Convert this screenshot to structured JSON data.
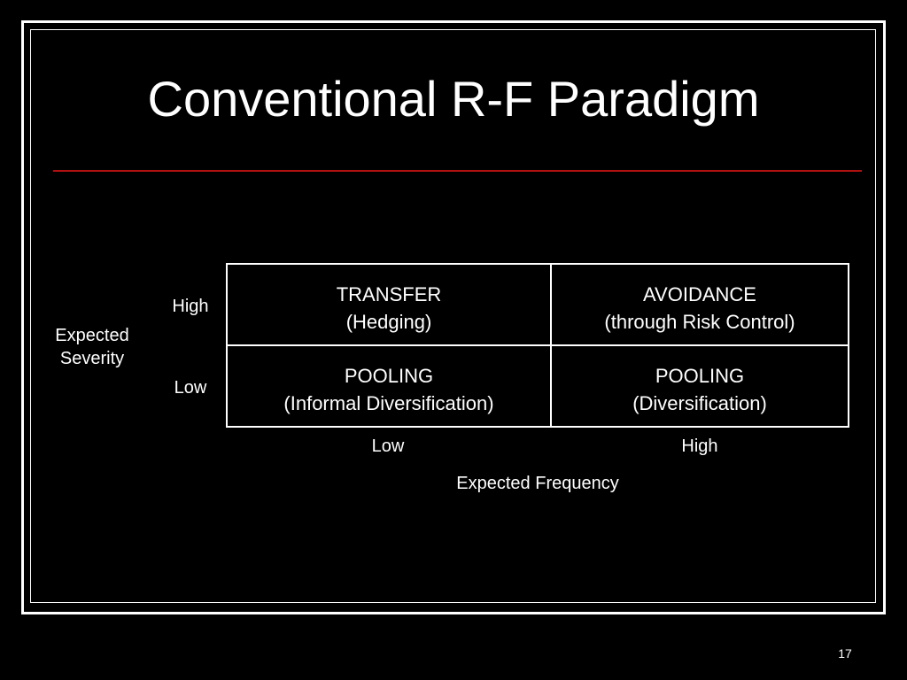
{
  "slide": {
    "title": "Conventional R-F Paradigm",
    "page_number": "17"
  },
  "matrix": {
    "y_axis_label": "Expected\nSeverity",
    "x_axis_label": "Expected Frequency",
    "row_labels": [
      "High",
      "Low"
    ],
    "column_labels": [
      "Low",
      "High"
    ],
    "cells": [
      [
        {
          "heading": "TRANSFER",
          "detail": "(Hedging)"
        },
        {
          "heading": "AVOIDANCE",
          "detail": "(through Risk Control)"
        }
      ],
      [
        {
          "heading": "POOLING",
          "detail": "(Informal Diversification)"
        },
        {
          "heading": "POOLING",
          "detail": "(Diversification)"
        }
      ]
    ]
  },
  "colors": {
    "background": "#000000",
    "text": "#ffffff",
    "title_rule": "#b01010"
  }
}
